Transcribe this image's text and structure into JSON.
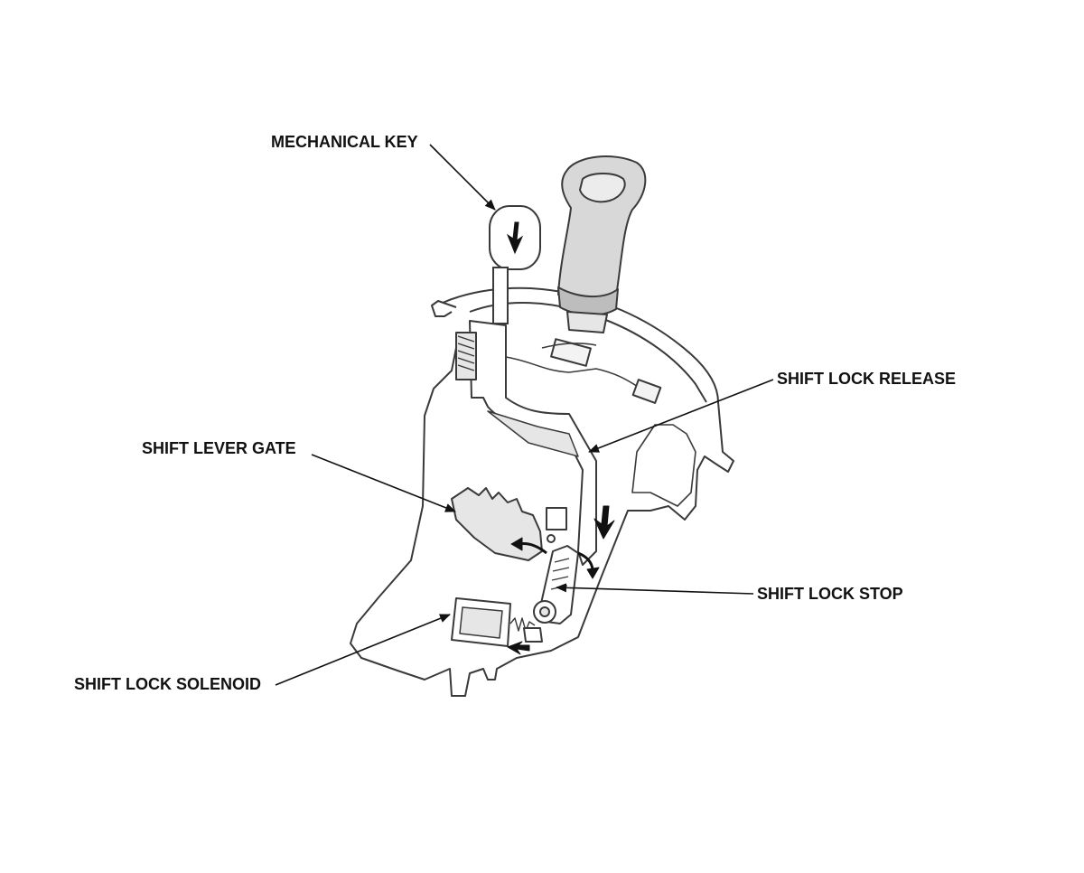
{
  "labels": {
    "mechanical_key": "MECHANICAL KEY",
    "shift_lock_release": "SHIFT LOCK RELEASE",
    "shift_lever_gate": "SHIFT LEVER GATE",
    "shift_lock_stop": "SHIFT LOCK STOP",
    "shift_lock_solenoid": "SHIFT LOCK SOLENOID"
  },
  "colors": {
    "line": "#3a3a3a",
    "fill_light": "#e6e6e6",
    "fill_knob": "#d8d8d8",
    "background": "#ffffff"
  }
}
